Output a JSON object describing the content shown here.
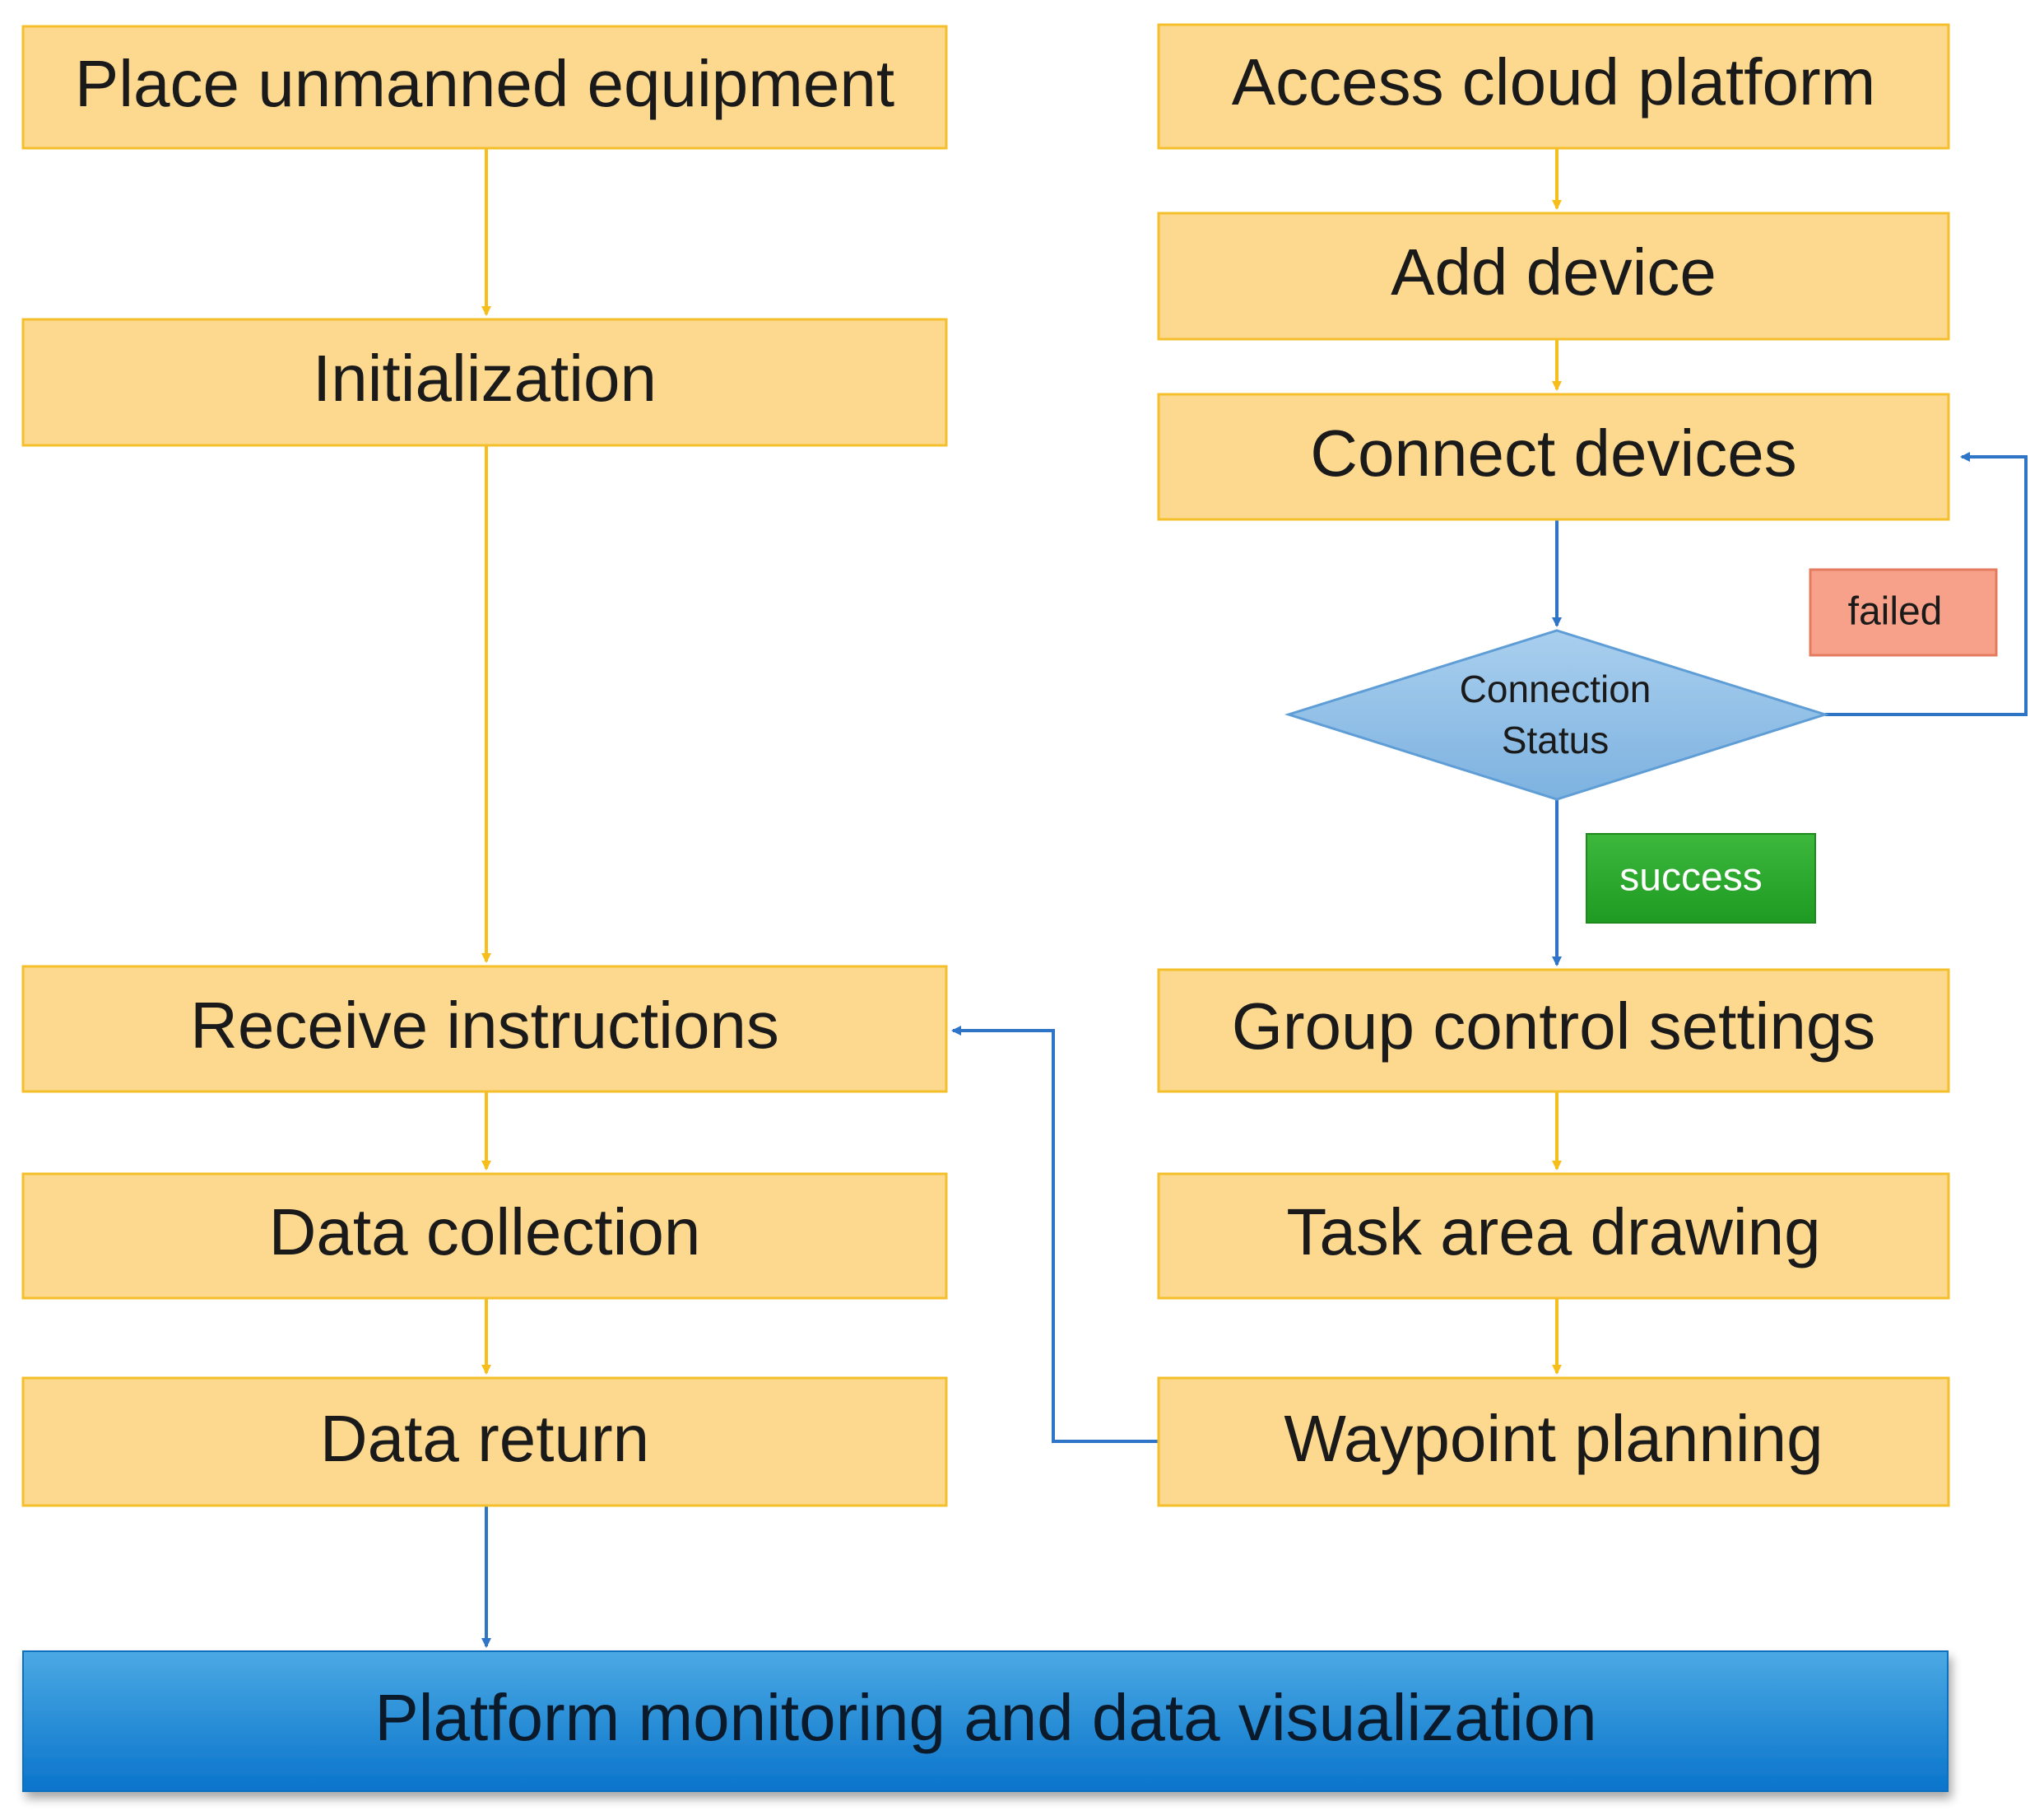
{
  "nodes": {
    "place_equipment": "Place unmanned equipment",
    "initialization": "Initialization",
    "receive_instructions": "Receive instructions",
    "data_collection": "Data collection",
    "data_return": "Data return",
    "access_cloud": "Access cloud platform",
    "add_device": "Add device",
    "connect_devices": "Connect devices",
    "connection_status_line1": "Connection",
    "connection_status_line2": "Status",
    "group_control": "Group control settings",
    "task_area": "Task area drawing",
    "waypoint_planning": "Waypoint planning",
    "platform_monitoring": "Platform monitoring and data visualization"
  },
  "labels": {
    "failed": "failed",
    "success": "success"
  },
  "colors": {
    "box_fill": "#FDD98F",
    "box_stroke": "#F5BF2C",
    "flow_yellow": "#F7BE1B",
    "flow_blue": "#2E75C8",
    "diamond_fill": "#8EBCE4",
    "diamond_stroke": "#5E9DD6",
    "failed_fill": "#F7A18A",
    "failed_stroke": "#E47A5E",
    "success_fill": "#2EA62E",
    "bottom_fill_top": "#4BA9E3",
    "bottom_fill_bottom": "#0B79CF"
  }
}
